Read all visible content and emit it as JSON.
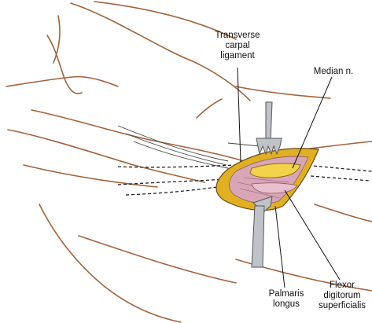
{
  "labels": {
    "transverse_carpal_ligament": [
      "Transverse",
      "carpal",
      "ligament"
    ],
    "median_nerve": [
      "Median n."
    ],
    "palmaris_longus": [
      "Palmaris",
      "longus"
    ],
    "flexor_digitorum_superficialis": [
      "Flexor",
      "digitorum",
      "superficialis"
    ]
  },
  "colors": {
    "skin_line": "#a2623a",
    "wound_fat": "#e0b020",
    "wound_tissue": "#d9a6b8",
    "nerve": "#f2d24a",
    "retractor": "#bfc3c8",
    "leader": "#111111"
  }
}
